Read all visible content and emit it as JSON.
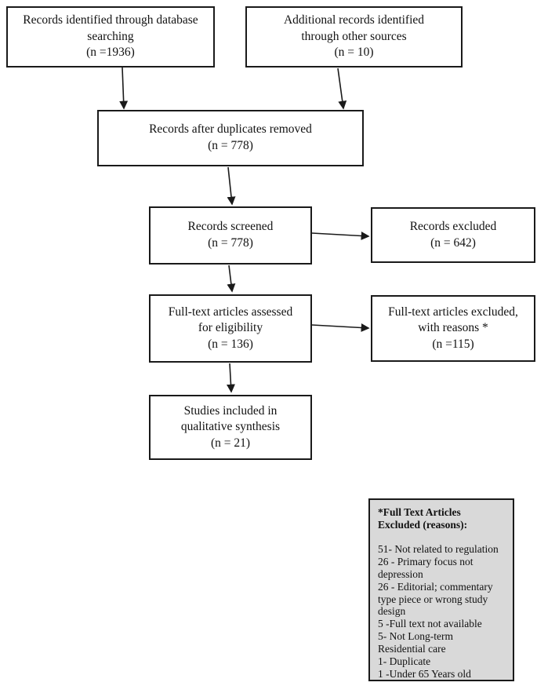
{
  "diagram": {
    "boxes": {
      "identified": "Records identified through database\nsearching\n(n =1936)",
      "additional": "Additional records identified\nthrough other sources\n(n = 10)",
      "duplicates_removed": "Records after duplicates removed\n(n = 778)",
      "screened": "Records screened\n(n = 778)",
      "records_excluded": "Records excluded\n(n = 642)",
      "fulltext_assessed": "Full-text articles assessed\nfor eligibility\n(n = 136)",
      "fulltext_excluded": "Full-text articles excluded,\nwith reasons *\n(n =115)",
      "included": "Studies included in\nqualitative synthesis\n(n = 21)"
    },
    "note": {
      "heading": "*Full Text Articles\nExcluded (reasons):",
      "reasons": [
        "51- Not related to regulation",
        "26 - Primary focus not\ndepression",
        "26 - Editorial; commentary\ntype piece or wrong study\ndesign",
        "5 -Full text not available",
        "5- Not Long-term\nResidential care",
        "1- Duplicate",
        "1 -Under 65 Years old"
      ]
    },
    "colors": {
      "box_border": "#1a1a1a",
      "note_background": "#d9d9d9",
      "arrow": "#1a1a1a"
    }
  }
}
